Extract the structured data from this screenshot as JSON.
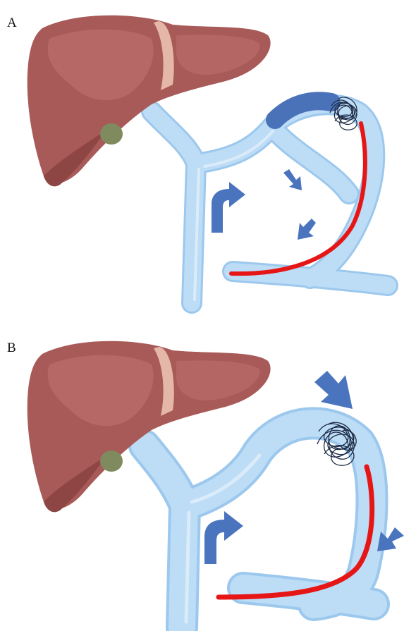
{
  "panels": [
    {
      "label": "A"
    },
    {
      "label": "B"
    }
  ],
  "colors": {
    "liver": "#a85a58",
    "liver_shadow": "#8e4644",
    "liver_highlight": "#c07572",
    "ligament": "#e5b7a8",
    "gallbladder": "#7f8a5e",
    "vein": "#bddcf5",
    "vein_edge": "#9cc8ee",
    "occluded_segment": "#4a72b8",
    "arrow": "#4a74bd",
    "catheter": "#e61616",
    "coil": "#1c2a44"
  },
  "icons": [
    "liver-icon",
    "gallbladder-icon",
    "coil-icon",
    "catheter-line",
    "flow-arrow"
  ]
}
